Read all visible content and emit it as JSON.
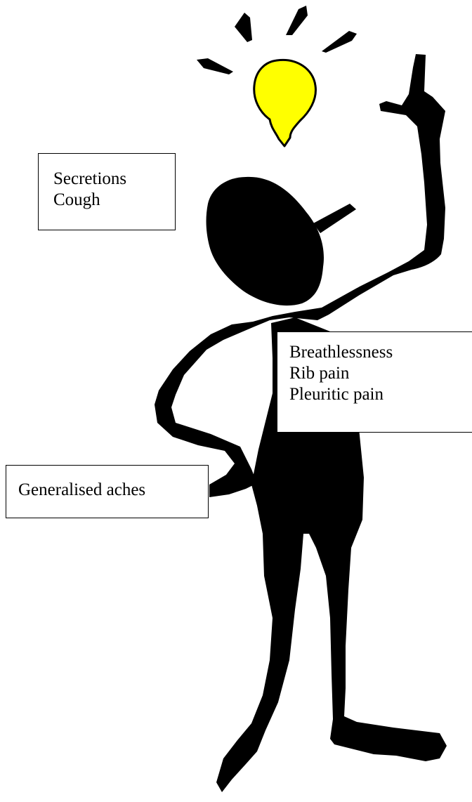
{
  "colors": {
    "figure": "#000000",
    "bulb_fill": "#ffff00",
    "bulb_outline": "#000000",
    "box_border": "#000000",
    "box_background": "#ffffff",
    "text": "#000000"
  },
  "icons": {
    "figure": "stick-figure-idea-icon",
    "bulb": "lightbulb-icon"
  },
  "labels": {
    "head": [
      "Secretions",
      "Cough"
    ],
    "chest": [
      "Breathlessness",
      "Rib pain",
      "Pleuritic pain"
    ],
    "arm": [
      "Generalised aches"
    ]
  }
}
